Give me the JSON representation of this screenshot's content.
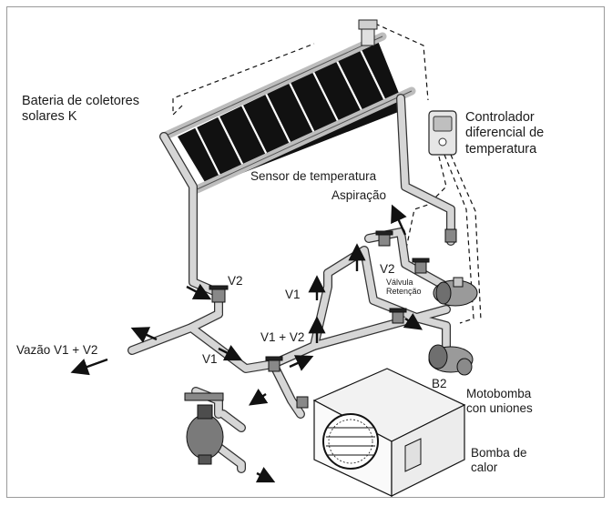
{
  "labels": {
    "collector_battery": "Bateria de coletores\nsolares K",
    "controller": "Controlador\ndiferencial de\ntemperatura",
    "temp_sensor": "Sensor de temperatura",
    "aspiration": "Aspiração",
    "v2_top": "V2",
    "check_valve": "Válvula\nRetenção",
    "v1_mid": "V1",
    "v2_left": "V2",
    "v1_plus_v2": "V1 + V2",
    "flow_out": "Vazão V1 + V2",
    "v1_low": "V1",
    "b2": "B2",
    "motor_pump": "Motobomba\ncon uniones",
    "heat_pump": "Bomba de\ncalor"
  }
}
